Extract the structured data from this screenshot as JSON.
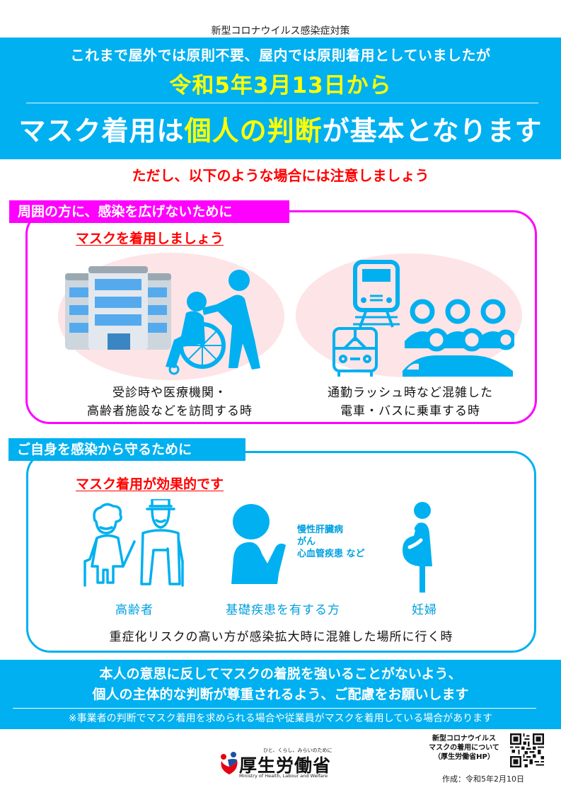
{
  "top_label": "新型コロナウイルス感染症対策",
  "header": {
    "line1": "これまで屋外では原則不要、屋内では原則着用としていましたが",
    "date": "令和5年3月13日から",
    "main_prefix": "マスク着用は",
    "main_highlight": "個人の判断",
    "main_suffix": "が基本となります"
  },
  "notice": "ただし、以下のような場合には注意しましょう",
  "section1": {
    "tab": "周囲の方に、感染を広げないために",
    "subtitle": "マスクを着用しましょう",
    "cases": [
      {
        "icons": [
          "hospital-icon",
          "wheelchair-icon"
        ],
        "caption_line1": "受診時や医療機関・",
        "caption_line2": "高齢者施設などを訪問する時"
      },
      {
        "icons": [
          "train-icon",
          "bus-icon",
          "crowd-icon"
        ],
        "caption_line1": "通勤ラッシュ時など混雑した",
        "caption_line2": "電車・バスに乗車する時"
      }
    ]
  },
  "section2": {
    "tab": "ご自身を感染から守るために",
    "subtitle": "マスク着用が効果的です",
    "groups": [
      {
        "icon": "elderly-couple-icon",
        "label": "高齢者"
      },
      {
        "icon": "person-icon",
        "label": "基礎疾患を有する方",
        "conditions": [
          "慢性肝臓病",
          "がん",
          "心血管疾患 など"
        ]
      },
      {
        "icon": "pregnant-woman-icon",
        "label": "妊婦"
      }
    ],
    "risk_text": "重症化リスクの高い方が感染拡大時に混雑した場所に行く時"
  },
  "banner": {
    "line1": "本人の意思に反してマスクの着脱を強いることがないよう、",
    "line2": "個人の主体的な判断が尊重されるよう、ご配慮をお願いします",
    "note": "※事業者の判断でマスク着用を求められる場合や従業員がマスクを着用している場合があります"
  },
  "footer": {
    "logo_tagline": "ひと、くらし、みらいのために",
    "logo_name": "厚生労働省",
    "logo_en": "Ministry of Health, Labour and Welfare",
    "qr_line1": "新型コロナウイルス",
    "qr_line2": "マスクの着用について",
    "qr_line3": "（厚生労働省HP）",
    "created": "作成：令和5年2月10日"
  },
  "colors": {
    "primary_blue": "#00b0f0",
    "magenta": "#ff00ff",
    "highlight_yellow": "#ffff00",
    "alert_red": "#ff0000",
    "blob_pink": "#fde4e6"
  }
}
